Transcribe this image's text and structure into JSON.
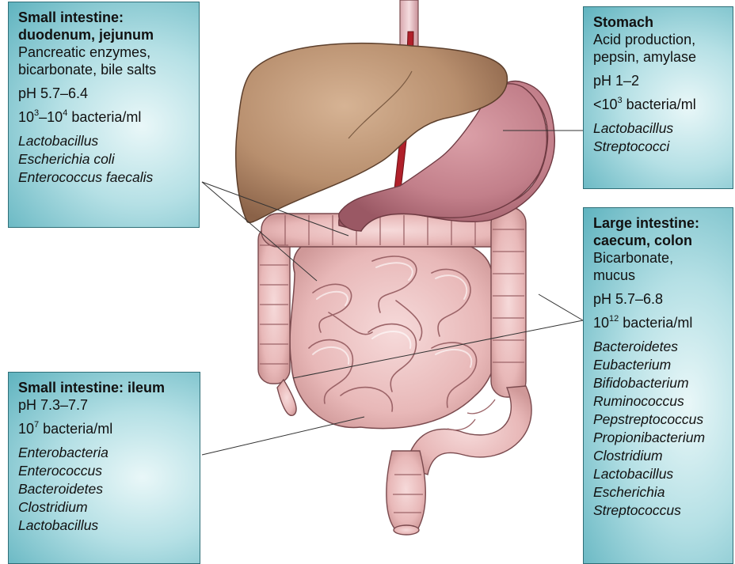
{
  "small_intestine_upper": {
    "title": "Small intestine: duodenum, jejunum",
    "title_line1": "Small intestine:",
    "title_line2": "duodenum, jejunum",
    "secretions_line1": "Pancreatic enzymes,",
    "secretions_line2": "bicarbonate, bile salts",
    "ph": "pH 5.7–6.4",
    "bacteria_base1": "10",
    "bacteria_exp1": "3",
    "bacteria_mid": "–10",
    "bacteria_exp2": "4",
    "bacteria_unit": " bacteria/ml",
    "organisms": [
      "Lactobacillus",
      "Escherichia coli",
      "Enterococcus faecalis"
    ]
  },
  "stomach": {
    "title": "Stomach",
    "secretions_line1": "Acid production,",
    "secretions_line2": "pepsin, amylase",
    "ph": "pH 1–2",
    "bacteria_prefix": "<10",
    "bacteria_exp": "3",
    "bacteria_unit": " bacteria/ml",
    "organisms": [
      "Lactobacillus",
      "Streptococci"
    ]
  },
  "large_intestine": {
    "title": "Large intestine: caecum, colon",
    "title_line1": "Large intestine:",
    "title_line2": "caecum, colon",
    "secretions_line1": "Bicarbonate,",
    "secretions_line2": "mucus",
    "ph": "pH 5.7–6.8",
    "bacteria_base": "10",
    "bacteria_exp": "12",
    "bacteria_unit": " bacteria/ml",
    "organisms": [
      "Bacteroidetes",
      "Eubacterium",
      "Bifidobacterium",
      "Ruminococcus",
      "Pepstreptococcus",
      "Propionibacterium",
      "Clostridium",
      "Lactobacillus",
      "Escherichia",
      "Streptococcus"
    ]
  },
  "ileum": {
    "title": "Small intestine: ileum",
    "ph": "pH 7.3–7.7",
    "bacteria_base": "10",
    "bacteria_exp": "7",
    "bacteria_unit": " bacteria/ml",
    "organisms": [
      "Enterobacteria",
      "Enterococcus",
      "Bacteroidetes",
      "Clostridium",
      "Lactobacillus"
    ]
  },
  "colors": {
    "box_fill": "#b5e0e5",
    "box_edge": "#5fb3bf",
    "liver": "#b88f6e",
    "stomach": "#c27f8a",
    "intestine": "#e8b8b8",
    "intestine_outline": "#7a4a4e",
    "artery": "#b0202a"
  }
}
